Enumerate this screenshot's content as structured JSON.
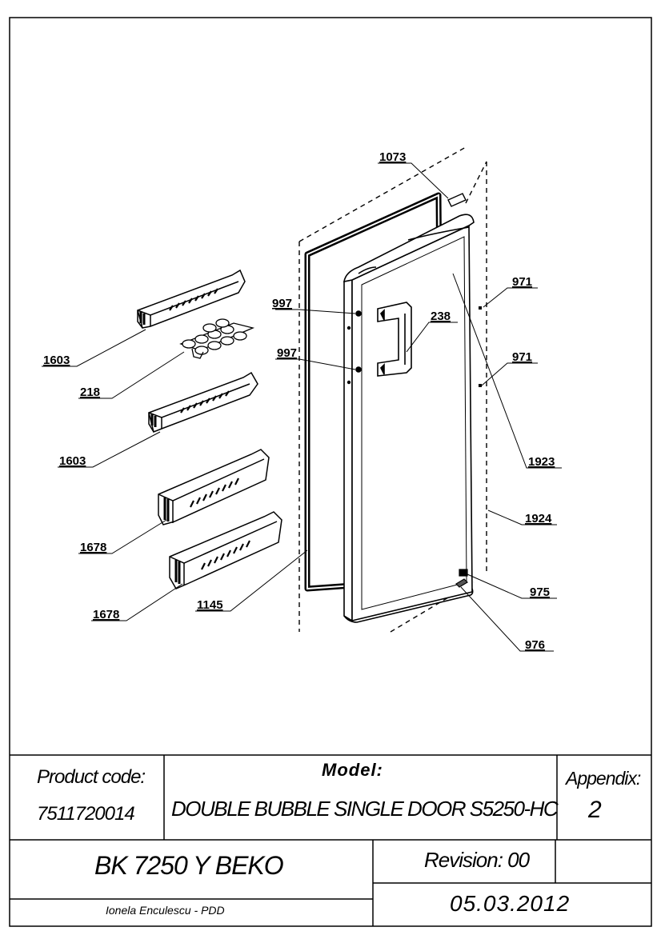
{
  "diagram": {
    "callouts": [
      {
        "id": "c1073",
        "label": "1073"
      },
      {
        "id": "c971a",
        "label": "971"
      },
      {
        "id": "c997a",
        "label": "997"
      },
      {
        "id": "c238",
        "label": "238"
      },
      {
        "id": "c1603a",
        "label": "1603"
      },
      {
        "id": "c997b",
        "label": "997"
      },
      {
        "id": "c971b",
        "label": "971"
      },
      {
        "id": "c218",
        "label": "218"
      },
      {
        "id": "c1603b",
        "label": "1603"
      },
      {
        "id": "c1923",
        "label": "1923"
      },
      {
        "id": "c1924",
        "label": "1924"
      },
      {
        "id": "c1678a",
        "label": "1678"
      },
      {
        "id": "c975",
        "label": "975"
      },
      {
        "id": "c1145",
        "label": "1145"
      },
      {
        "id": "c1678b",
        "label": "1678"
      },
      {
        "id": "c976",
        "label": "976"
      }
    ]
  },
  "title_block": {
    "product_code_label": "Product code:",
    "product_code_value": "7511720014",
    "model_label": "Model:",
    "model_value": "DOUBLE BUBBLE SINGLE DOOR S5250-HC",
    "appendix_label": "Appendix:",
    "appendix_value": "2",
    "product_name": "BK 7250 Y BEKO",
    "revision": "Revision: 00",
    "date": "05.03.2012",
    "author": "Ionela Enculescu - PDD"
  }
}
